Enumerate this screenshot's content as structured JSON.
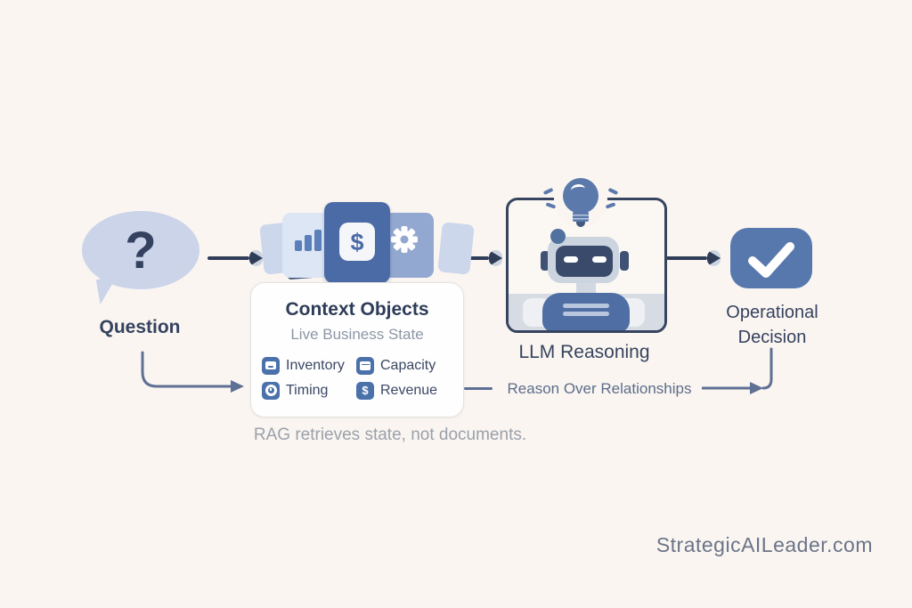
{
  "question": {
    "label": "Question",
    "mark": "?"
  },
  "context": {
    "title": "Context Objects",
    "subtitle": "Live Business State",
    "stack": {
      "center_symbol": "$"
    },
    "items": [
      {
        "icon": "inventory-icon",
        "label": "Inventory"
      },
      {
        "icon": "calendar-icon",
        "label": "Capacity"
      },
      {
        "icon": "clock-icon",
        "label": "Timing"
      },
      {
        "icon": "dollar-icon",
        "label": "Revenue"
      }
    ]
  },
  "llm": {
    "label": "LLM Reasoning"
  },
  "decision": {
    "label": "Operational Decision"
  },
  "relationship_label": "Reason Over Relationships",
  "caption": "RAG retrieves state, not documents.",
  "watermark": "StrategicAILeader.com",
  "symbols": {
    "dollar": "$"
  },
  "colors": {
    "background": "#faf5f1",
    "navy_arrow": "#2f3d59",
    "steel_line": "#5e7094",
    "bubble_fill": "#cbd4e9",
    "card_center_blue": "#4a6ba6",
    "card_light": "#dde6f4",
    "card_medium": "#92a8d0",
    "mini_icon_blue": "#4b71ab",
    "heading_navy": "#2e3c59",
    "subtext_gray": "#8d96a6",
    "decision_blue": "#5778ad",
    "robot_body": "#4f6ea3",
    "robot_face": "#3a4a6a",
    "bulb_blue": "#5b79ab",
    "caption_gray": "#9ba1ab",
    "watermark_gray": "#6b7488"
  }
}
